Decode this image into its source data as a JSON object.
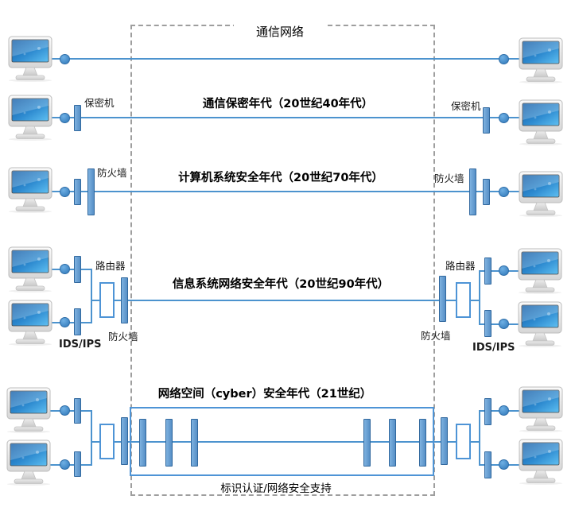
{
  "network": {
    "title": "通信网络"
  },
  "eras": {
    "era2": "通信保密年代（20世纪40年代）",
    "era3": "计算机系统安全年代（20世纪70年代）",
    "era4": "信息系统网络安全年代（20世纪90年代）",
    "era5": "网络空间（cyber）安全年代（21世纪）"
  },
  "footer": "标识认证/网络安全支持",
  "devices": {
    "secrecy_machine": "保密机",
    "firewall": "防火墙",
    "router": "路由器",
    "ids_ips": "IDS/IPS"
  },
  "colors": {
    "line": "#4C93CE",
    "device_fill": "#5E98CE",
    "device_border": "#31689E",
    "box_border": "#4E94D6",
    "dashed_border": "#9E9E9E",
    "dot_fill": "#3E86C6",
    "screen_blue": "#2E8BD0"
  }
}
